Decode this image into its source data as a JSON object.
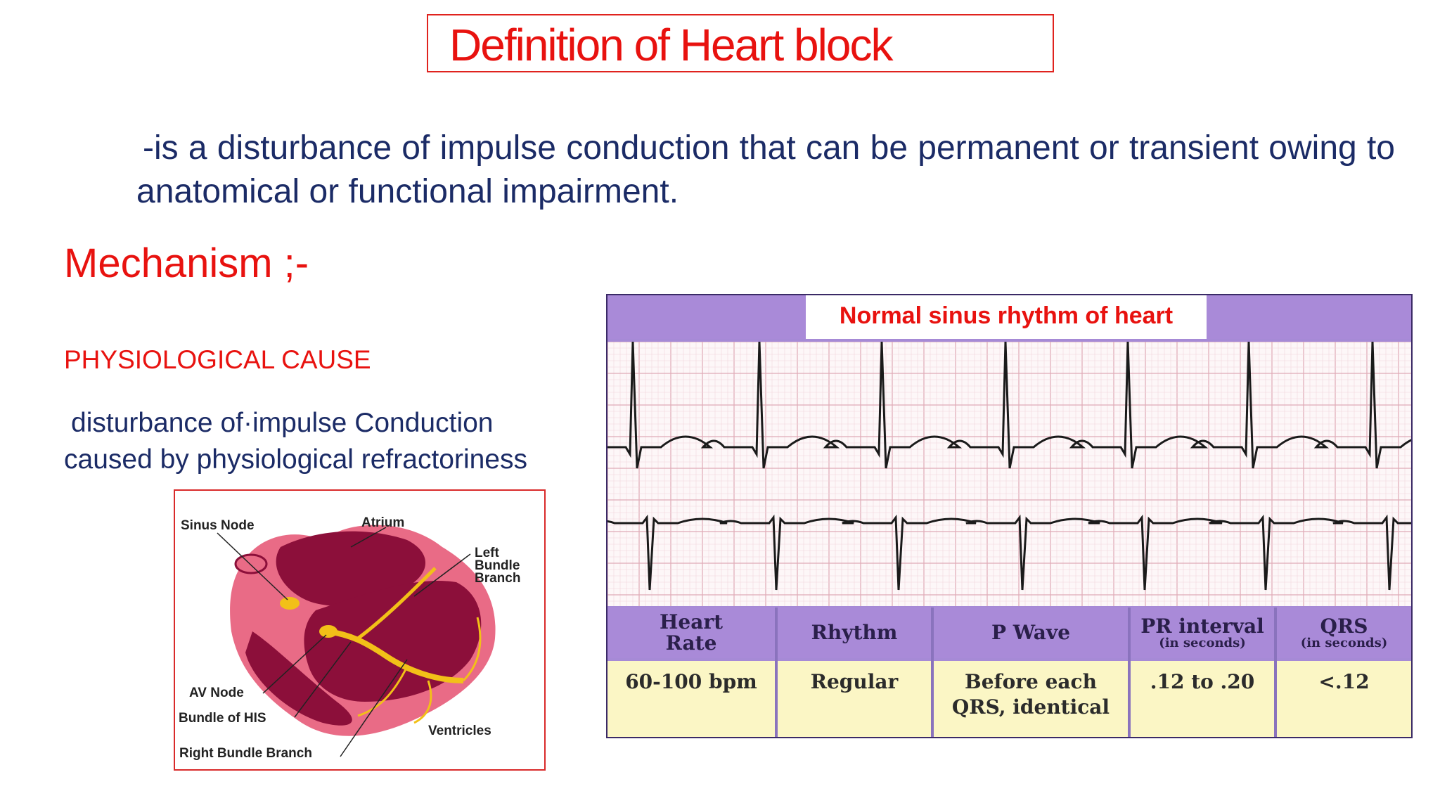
{
  "slide": {
    "title": "Definition  of  Heart block",
    "definition": "-is a disturbance of impulse conduction  that can be permanent or transient owing to  anatomical or functional impairment.",
    "mechanism_heading": "Mechanism ;-",
    "cause_heading": "PHYSIOLOGICAL CAUSE",
    "cause_desc_line1": "disturbance of·impulse Conduction",
    "cause_desc_line2": "caused by physiological refractoriness"
  },
  "heart_diagram": {
    "labels": {
      "sinus_node": "Sinus Node",
      "atrium": "Atrium",
      "left_bundle_1": "Left",
      "left_bundle_2": "Bundle",
      "left_bundle_3": "Branch",
      "av_node": "AV Node",
      "bundle_his": "Bundle of HIS",
      "ventricles": "Ventricles",
      "right_bundle": "Right Bundle Branch"
    },
    "colors": {
      "muscle": "#8c0f3a",
      "wall": "#e96b86",
      "conduction": "#f2c018"
    }
  },
  "ecg": {
    "title": "Normal sinus rhythm of heart",
    "table": {
      "headers": [
        {
          "main": "Heart",
          "main2": "Rate",
          "sub": ""
        },
        {
          "main": "Rhythm",
          "main2": "",
          "sub": ""
        },
        {
          "main": "P Wave",
          "main2": "",
          "sub": ""
        },
        {
          "main": "PR interval",
          "main2": "",
          "sub": "(in seconds)"
        },
        {
          "main": "QRS",
          "main2": "",
          "sub": "(in seconds)"
        }
      ],
      "values": [
        {
          "line1": "60-100 bpm",
          "line2": ""
        },
        {
          "line1": "Regular",
          "line2": ""
        },
        {
          "line1": "Before each",
          "line2": "QRS, identical"
        },
        {
          "line1": ".12 to .20",
          "line2": ""
        },
        {
          "line1": "<.12",
          "line2": ""
        }
      ]
    },
    "colors": {
      "header": "#a98ad8",
      "body": "#fbf6c5",
      "grid": "#e7bfc8",
      "trace": "#1a1a1a"
    }
  }
}
